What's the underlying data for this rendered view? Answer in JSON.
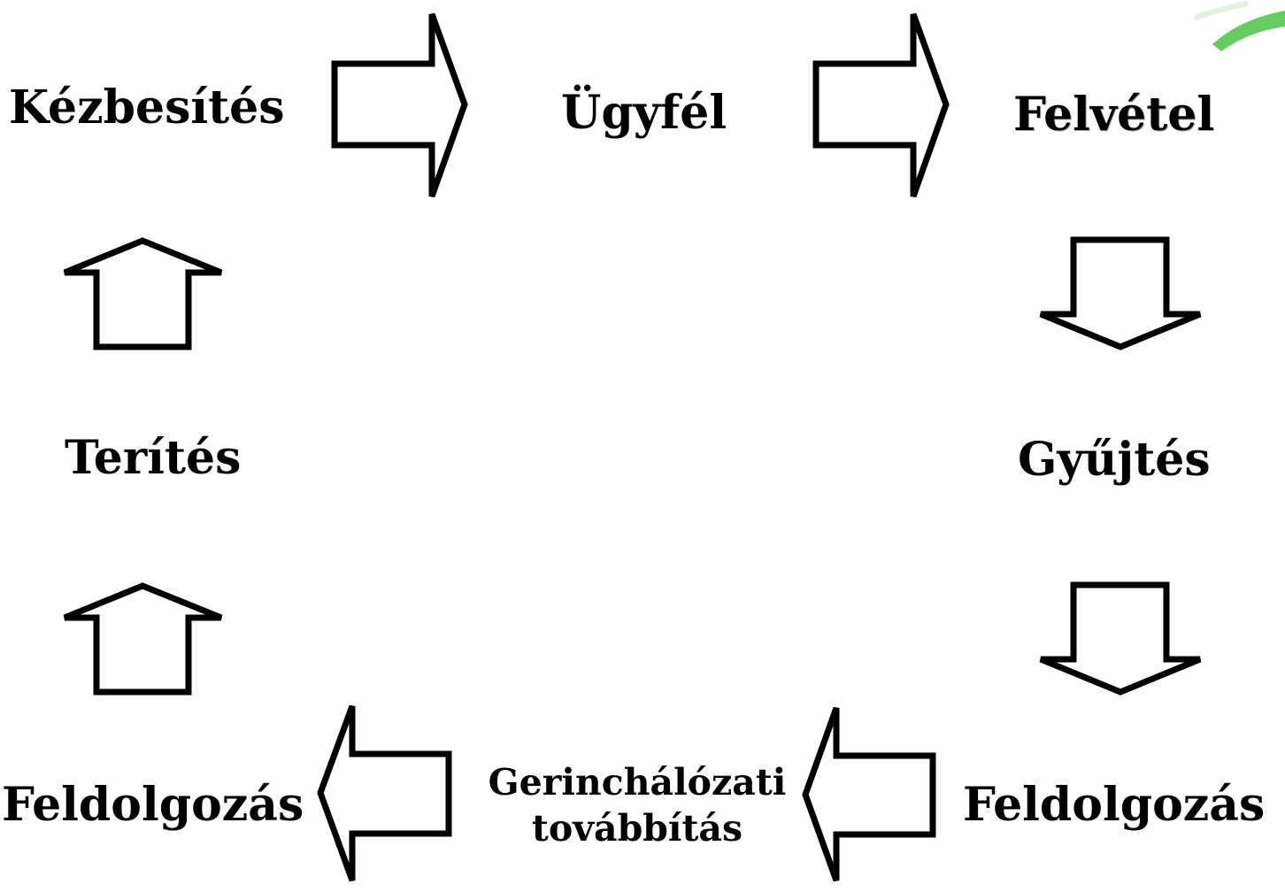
{
  "nodes": {
    "kezbesites": "Kézbesítés",
    "ugyfel": "Ügyfél",
    "felvetel": "Felvétel",
    "terites": "Terítés",
    "gyujtes": "Gyűjtés",
    "feldolgozas_left": "Feldolgozás",
    "gerinc_line1": "Gerinchálózati",
    "gerinc_line2": "továbbítás",
    "feldolgozas_right": "Feldolgozás"
  }
}
